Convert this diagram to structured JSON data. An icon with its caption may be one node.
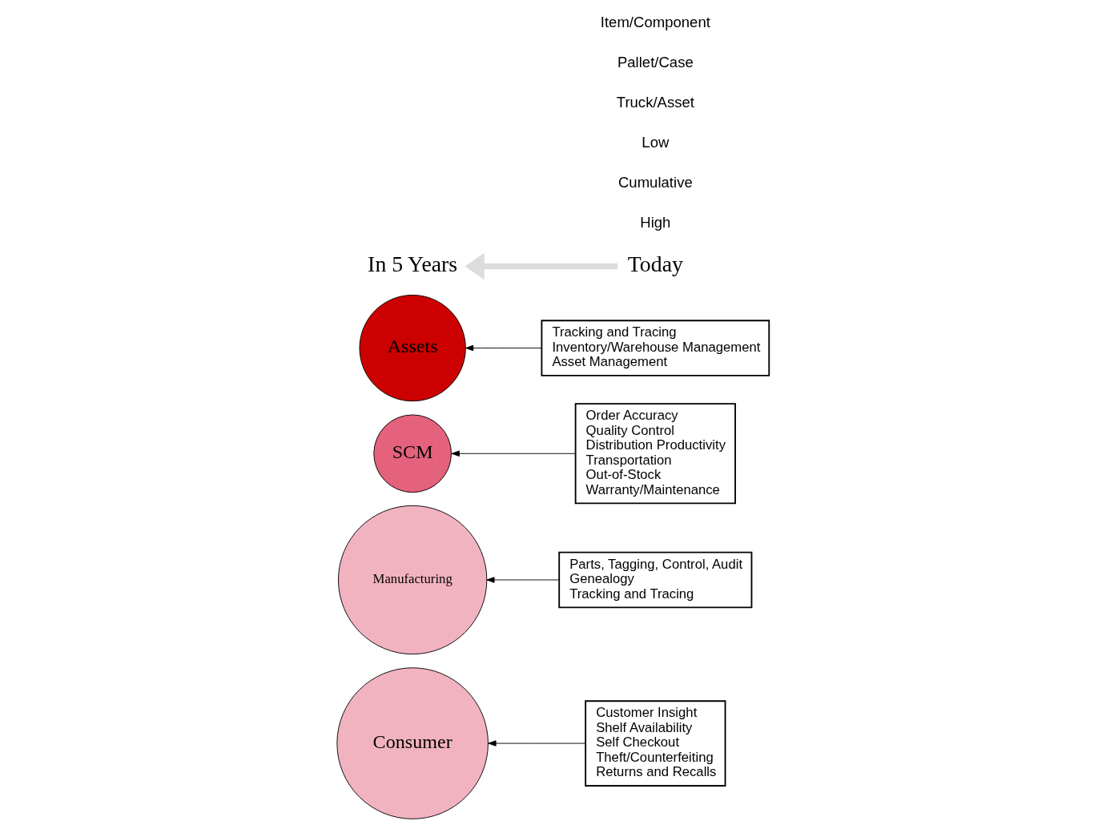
{
  "diagram": {
    "nodes": [
      {
        "text": [
          "Consumer"
        ]
      },
      {
        "text": [
          "Customer Insight",
          "Shelf Availability",
          "Self Checkout",
          "Theft/Counterfeiting",
          "Returns and Recalls"
        ]
      },
      {
        "text": [
          "Manufacturing"
        ]
      },
      {
        "text": [
          "Parts, Tagging, Control, Audit",
          "Genealogy",
          "Tracking and Tracing"
        ]
      },
      {
        "text": [
          "SCM"
        ]
      },
      {
        "text": [
          "Order Accuracy",
          "Quality Control",
          "Distribution Productivity",
          "Transportation",
          "Out-of-Stock",
          "Warranty/Maintenance"
        ]
      },
      {
        "text": [
          "Assets"
        ]
      },
      {
        "text": [
          "Tracking and Tracing",
          "Inventory/Warehouse Management",
          "Asset Management"
        ]
      },
      {
        "text": [
          "Today"
        ]
      },
      {
        "text": [
          "In 5 Years"
        ]
      }
    ],
    "edges": [
      {
        "from": 1,
        "to": 0,
        "arrow": "to"
      },
      {
        "from": 3,
        "to": 2,
        "arrow": "to"
      },
      {
        "from": 5,
        "to": 4,
        "arrow": "to"
      },
      {
        "from": 7,
        "to": 6,
        "arrow": "to"
      },
      {
        "from": 8,
        "to": 9,
        "arrow": "to",
        "style": "thick",
        "color": "#dcdcdc"
      }
    ],
    "labels": [
      "High",
      "Cumulative",
      "Low",
      "Truck/Asset",
      "Pallet/Case",
      "Item/Component"
    ]
  }
}
